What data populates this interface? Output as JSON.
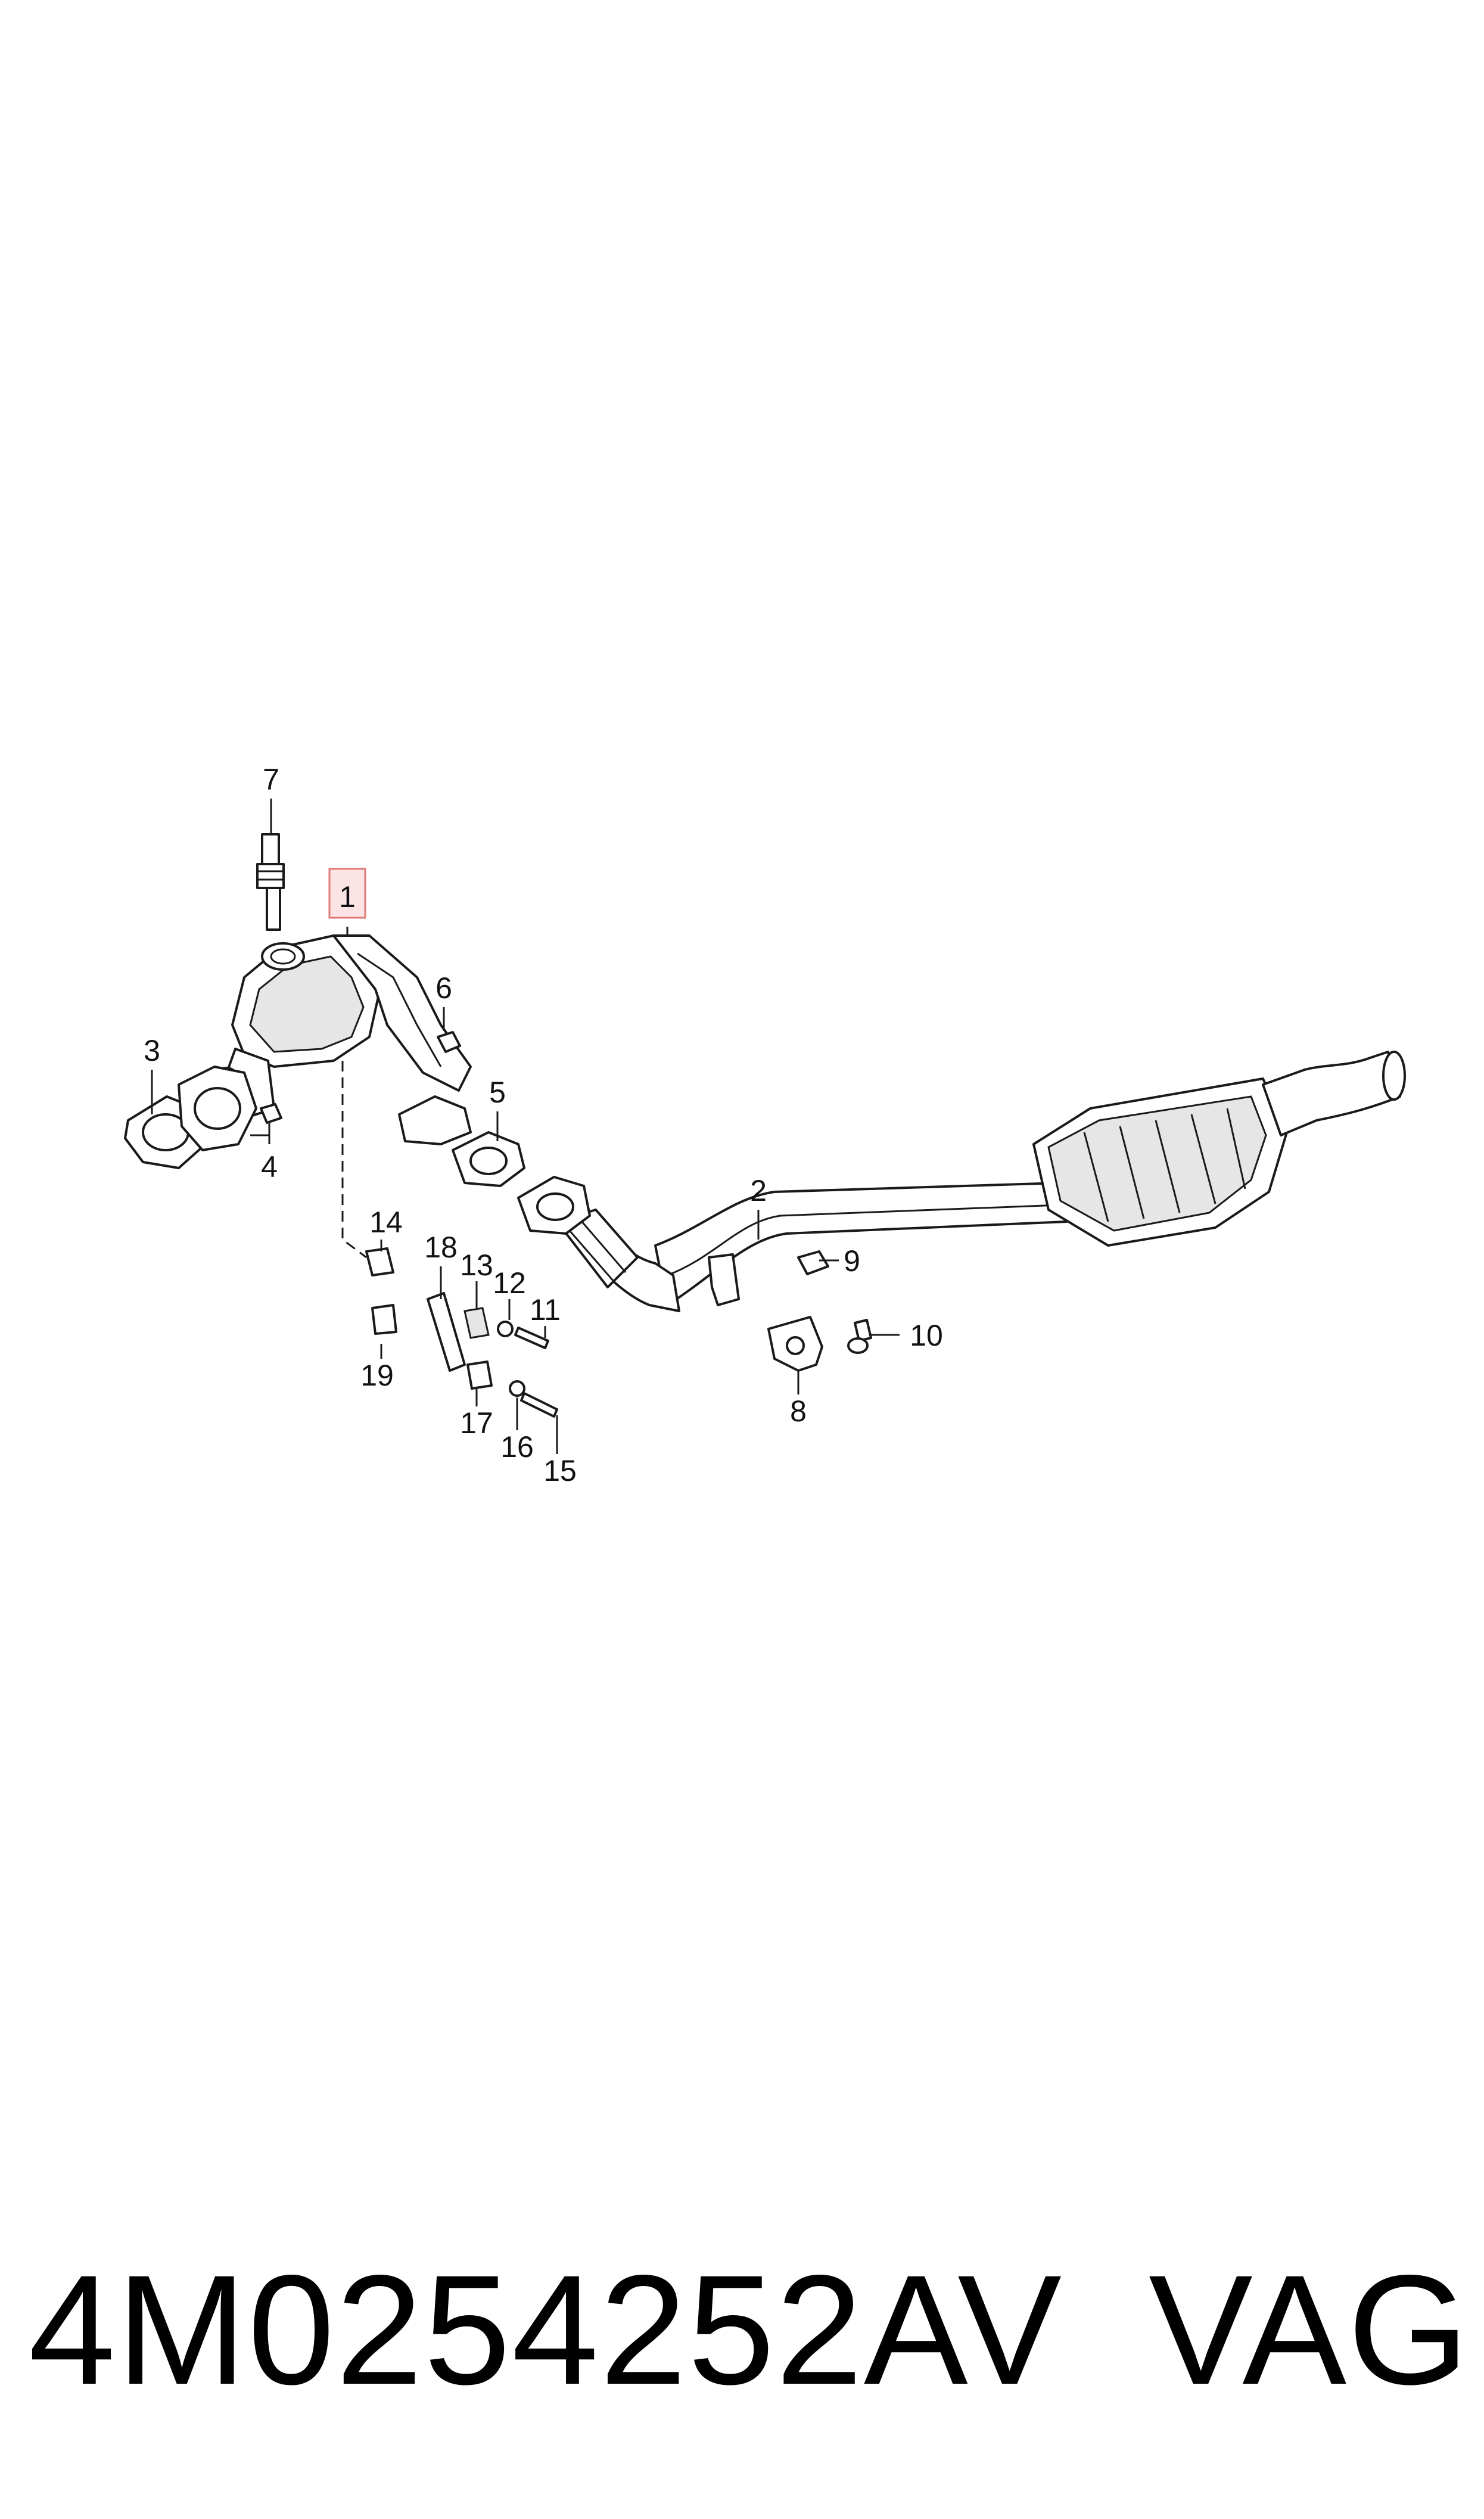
{
  "callouts": {
    "c1": "1",
    "c2": "2",
    "c3": "3",
    "c4": "4",
    "c5": "5",
    "c6": "6",
    "c7": "7",
    "c8": "8",
    "c9": "9",
    "c10": "10",
    "c11": "11",
    "c12": "12",
    "c13": "13",
    "c14": "14",
    "c15": "15",
    "c16": "16",
    "c17": "17",
    "c18": "18",
    "c19": "19"
  },
  "highlight": {
    "part": "1",
    "color": "#e07a7a"
  },
  "footer": {
    "part_number": "4M0254252AV",
    "brand": "VAG"
  }
}
